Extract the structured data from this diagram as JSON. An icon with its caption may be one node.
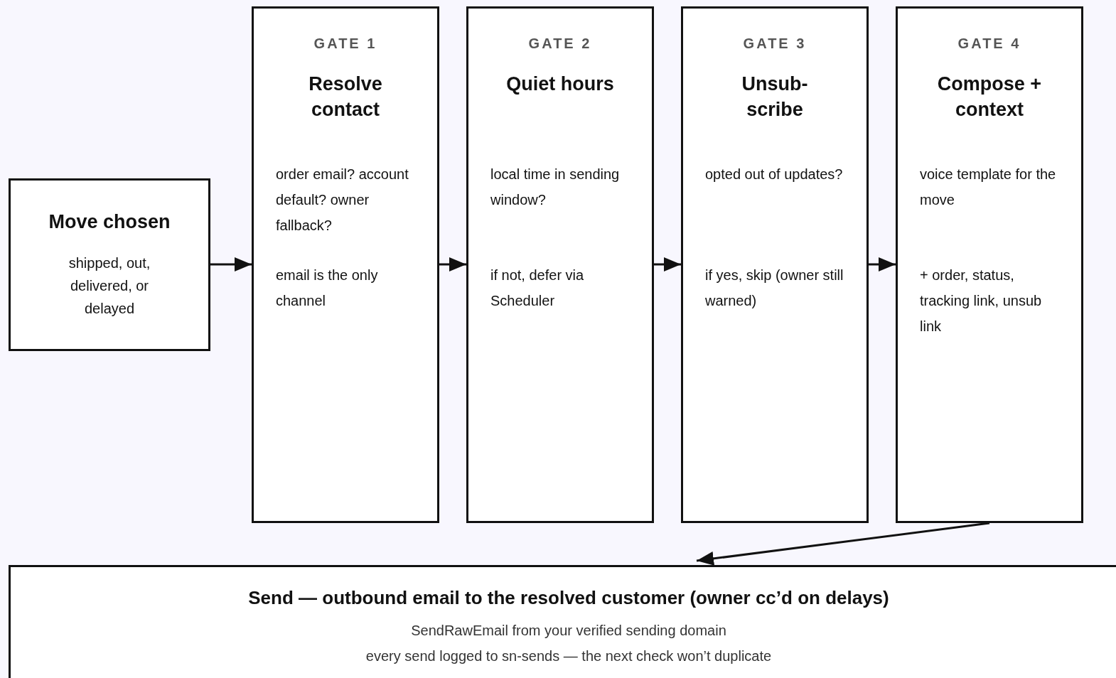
{
  "diagram": {
    "nodes": [
      {
        "text": [
          "Move chosen",
          "shipped, out, delivered, or delayed"
        ]
      },
      {
        "text": [
          "GATE 1",
          "Resolve contact",
          "order email? account default? owner fallback?",
          "email is the only channel"
        ]
      },
      {
        "text": [
          "GATE 2",
          "Quiet hours",
          "local time in sending window?",
          "if not, defer via Scheduler"
        ]
      },
      {
        "text": [
          "GATE 3",
          "Unsub- scribe",
          "opted out of updates?",
          "if yes, skip (owner still warned)"
        ]
      },
      {
        "text": [
          "GATE 4",
          "Compose + context",
          "voice template for the move",
          "+ order, status, tracking link, unsub link"
        ]
      },
      {
        "text": [
          "Send — outbound email to the resolved customer (owner cc’d on delays)",
          "SendRawEmail from your verified sending domain",
          "every send logged to sn-sends — the next check won’t duplicate"
        ]
      }
    ],
    "edges": [
      {
        "from": 0,
        "to": 1,
        "arrow": "to"
      },
      {
        "from": 1,
        "to": 2,
        "arrow": "to"
      },
      {
        "from": 2,
        "to": 3,
        "arrow": "to"
      },
      {
        "from": 3,
        "to": 4,
        "arrow": "to"
      },
      {
        "from": 4,
        "to": 5,
        "arrow": "to"
      }
    ]
  }
}
